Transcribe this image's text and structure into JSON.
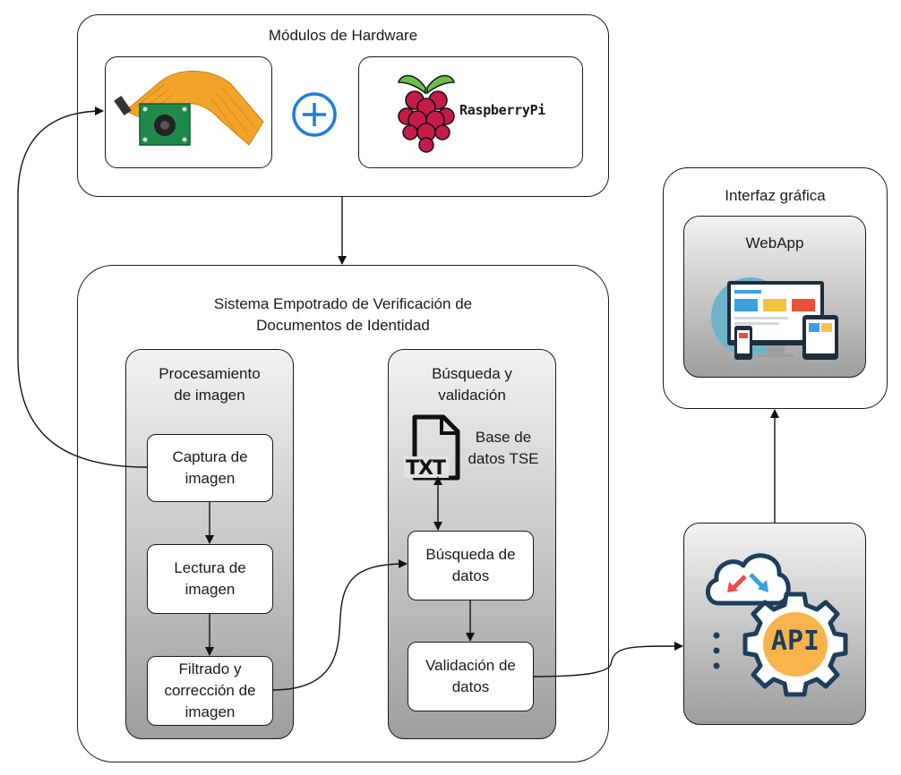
{
  "hardware": {
    "title": "Módulos de Hardware",
    "raspberry_label": "RaspberryPi"
  },
  "system": {
    "title_line1": "Sistema Empotrado de Verificación de",
    "title_line2": "Documentos de Identidad"
  },
  "processing": {
    "title_line1": "Procesamiento",
    "title_line2": "de imagen",
    "capture_line1": "Captura de",
    "capture_line2": "imagen",
    "read_line1": "Lectura de",
    "read_line2": "imagen",
    "filter_line1": "Filtrado y",
    "filter_line2": "corrección de",
    "filter_line3": "imagen"
  },
  "search": {
    "title_line1": "Búsqueda y",
    "title_line2": "validación",
    "txt_icon_text": "TXT",
    "db_line1": "Base de",
    "db_line2": "datos TSE",
    "search_line1": "Búsqueda de",
    "search_line2": "datos",
    "validate_line1": "Validación de",
    "validate_line2": "datos"
  },
  "gui": {
    "title": "Interfaz gráfica",
    "webapp_label": "WebApp"
  },
  "api": {
    "badge_text": "API"
  },
  "colors": {
    "plus_blue": "#1e7fd6",
    "raspberry_red": "#c51a4a",
    "leaf_green": "#6cc04a",
    "pcb_green": "#1f8a4c",
    "ribbon_orange": "#f2a42a",
    "api_orange": "#f7b44c",
    "cloud_blue": "#1d3e5c",
    "arrow_red": "#ef4b4b",
    "arrow_blue": "#3aa0e0"
  }
}
